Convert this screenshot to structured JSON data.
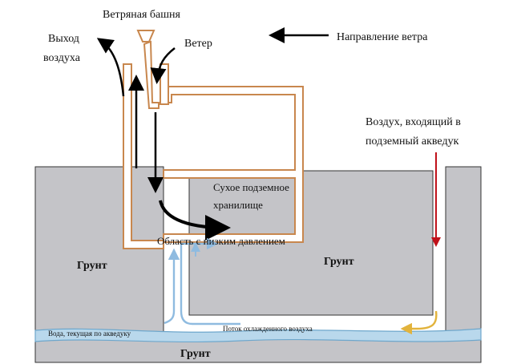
{
  "labels": {
    "wind_tower": "Ветряная башня",
    "air_exit": [
      "Выход",
      "воздуха"
    ],
    "wind": "Ветер",
    "wind_direction": "Направление ветра",
    "air_entering": [
      "Воздух, входящий в",
      "подземный акведук"
    ],
    "dry_storage": [
      "Сухое подземное",
      "хранилище"
    ],
    "low_pressure": "Область с низким давлением",
    "ground_left": "Грунт",
    "ground_right": "Грунт",
    "ground_bottom": "Грунт",
    "water_flow": "Вода, текущая по акведуку",
    "cooled_air": "Поток охлажденного воздуха"
  },
  "colors": {
    "ground": "#c4c4c8",
    "ground_border": "#333333",
    "tower_fill": "#ffffff",
    "tower_border": "#c8874e",
    "water": "#b9d8ec",
    "water_border": "#6ea7cc",
    "arrow_black": "#000000",
    "arrow_red": "#c0111a",
    "arrow_blue": "#8fbbe0",
    "arrow_yellow": "#e2b33c"
  }
}
